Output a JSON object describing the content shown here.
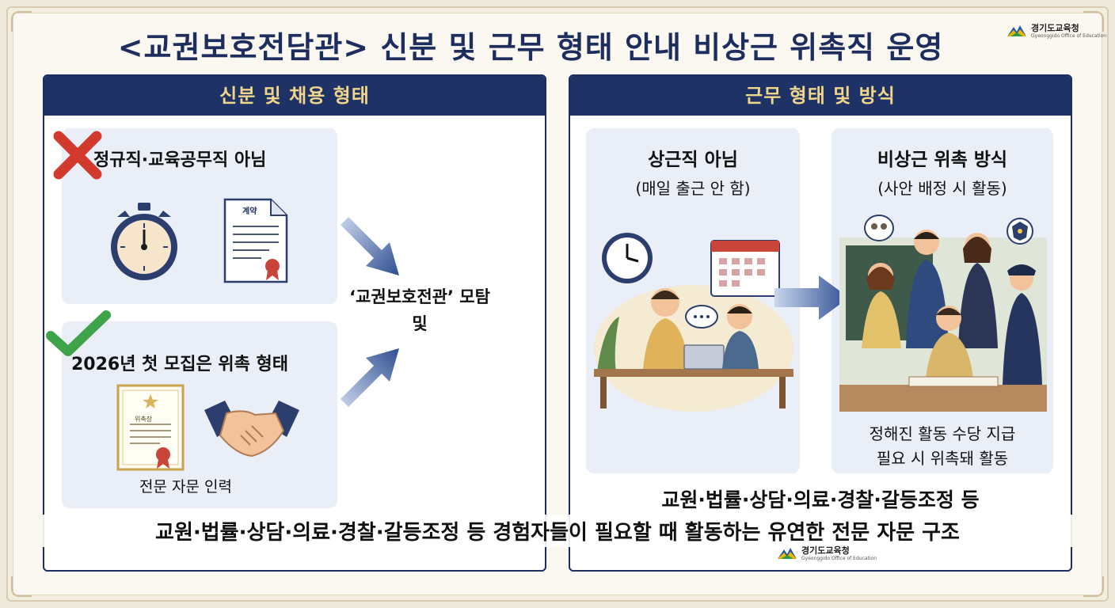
{
  "title": "<교권보호전담관> 신분 및 근무 형태 안내 비상근 위촉직 운영",
  "logo": {
    "name": "경기도교육청",
    "subtitle": "Gyeonggido Office of Education"
  },
  "left_panel": {
    "heading": "신분 및 채용 형태",
    "card_top": {
      "label": "정규직·교육공무직 아님",
      "contract_title": "계약"
    },
    "card_bottom": {
      "label": "2026년 첫 모집은 위촉 형태",
      "certificate_title": "위촉장",
      "caption": "전문 자문 인력"
    },
    "center_label": "‘교권보호전관’ 모탐 및"
  },
  "right_panel": {
    "heading": "근무 형태 및 방식",
    "card_left": {
      "title": "상근직 아님",
      "subtitle": "(매일 출근 안 함)"
    },
    "card_right": {
      "title": "비상근 위촉 방식",
      "subtitle": "(사안 배정 시 활동)",
      "note_line1": "정해진 활동 수당 지급",
      "note_line2": "필요 시 위촉돼 활동"
    },
    "fields": "교원·법률·상담·의료·경찰·갈등조정 등"
  },
  "bottom_summary": "교원·법률·상담·의료·경찰·갈등조정 등 경험자들이 필요할 때 활동하는 유연한 전문 자문 구조",
  "colors": {
    "navy": "#1e3266",
    "gold_heading": "#f1d58a",
    "card_bg": "#e9eef7",
    "cross_red": "#d23a2e",
    "check_green": "#3fa34a",
    "arrow_blue": "#2f4f92"
  }
}
